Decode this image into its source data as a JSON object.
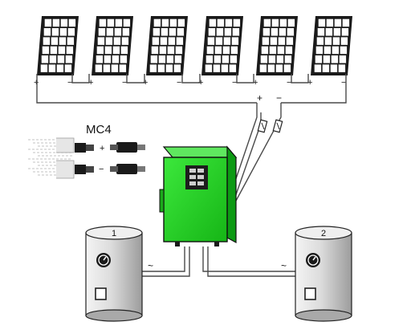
{
  "labels": {
    "connector": "MC4",
    "plus": "+",
    "minus": "−",
    "tilde": "~"
  },
  "panels": [
    {
      "plus": "+",
      "minus": "−"
    },
    {
      "plus": "+",
      "minus": "−"
    },
    {
      "plus": "+",
      "minus": "−"
    },
    {
      "plus": "+",
      "minus": "−"
    },
    {
      "plus": "+",
      "minus": "−"
    },
    {
      "plus": "+",
      "minus": "−"
    }
  ],
  "tanks": [
    {
      "number": "1"
    },
    {
      "number": "2"
    }
  ],
  "colors": {
    "controller": "#22d422",
    "controller_dark": "#0b8a12",
    "tank": "#c9c9c9",
    "panel_cell": "#ffffff"
  }
}
